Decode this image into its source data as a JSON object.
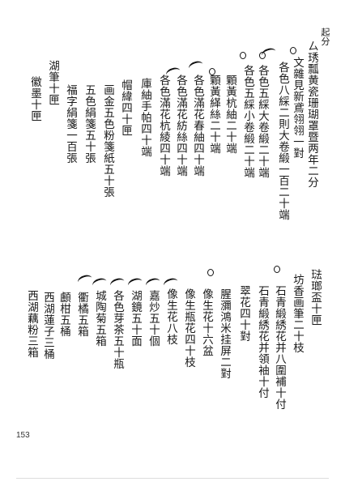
{
  "page_number": "153",
  "top_block": {
    "columns": [
      {
        "text": "起分",
        "small": true
      },
      {
        "text": "ㄙ琇瓢黄瓷珊瑚罩暨两年二分"
      },
      {
        "text": "文雜見新鳶翎翎一對"
      },
      {
        "text": "各色八綵二則大卷緞一百二十端"
      },
      {
        "text": "各色五綵大卷緞二十端"
      },
      {
        "text": "各色五綵小卷緞二十端"
      },
      {
        "text": "顆黃杭紬二十端"
      },
      {
        "text": "顆黃緙絲二十端"
      },
      {
        "text": "各色滿花春紬四十端"
      },
      {
        "text": "各色滿花紡絲四十端"
      },
      {
        "text": "各色滿花杭綾四十端"
      },
      {
        "text": "庫紬手帕四十端"
      },
      {
        "text": "帽緯四十匣"
      },
      {
        "text": "画金五色粉箋紙五十張"
      },
      {
        "text": "五色絹箋五十張"
      },
      {
        "text": "福字絹箋一百張"
      },
      {
        "text": "湖筆十匣"
      },
      {
        "text": "徽墨十匣"
      }
    ]
  },
  "bottom_block": {
    "columns": [
      {
        "text": "琺瑯盃十匣"
      },
      {
        "text": "坊香画筆二十枝"
      },
      {
        "text": "石青緞綉花并八圍補十付"
      },
      {
        "text": "石青緞綉花并領袖十付"
      },
      {
        "text": "翠花四十對"
      },
      {
        "text": "腥瀰鴻米挂屏二對"
      },
      {
        "text": "像生花十六盆"
      },
      {
        "text": "像生瓶花四十枝"
      },
      {
        "text": "像生花八枝"
      },
      {
        "text": "嘉炒五十個"
      },
      {
        "text": "湖鏡五十面"
      },
      {
        "text": "各色芽茶五十瓶"
      },
      {
        "text": "城陶菊五箱"
      },
      {
        "text": "衢橘五箱"
      },
      {
        "text": "顱柑五桶"
      },
      {
        "text": "西湖蓮子三桶"
      },
      {
        "text": "西湖藕粉三箱"
      }
    ]
  },
  "marks": [
    {
      "type": "dot-icon"
    },
    {
      "type": "hook-icon"
    }
  ]
}
